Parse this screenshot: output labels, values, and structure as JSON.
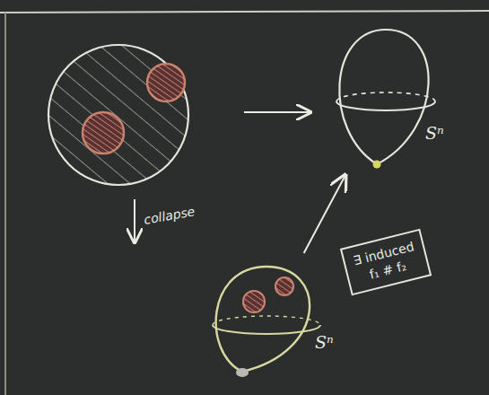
{
  "diagram": {
    "nodes": [
      {
        "text": [
          "Sⁿ"
        ]
      },
      {
        "text": [
          "∃ induced f₁ # f₂"
        ]
      },
      {
        "text": [
          "Sⁿ"
        ]
      }
    ],
    "edges": [
      {
        "from": 2,
        "to": 0,
        "arrow": "to"
      }
    ],
    "labels": [
      "collapse"
    ]
  }
}
